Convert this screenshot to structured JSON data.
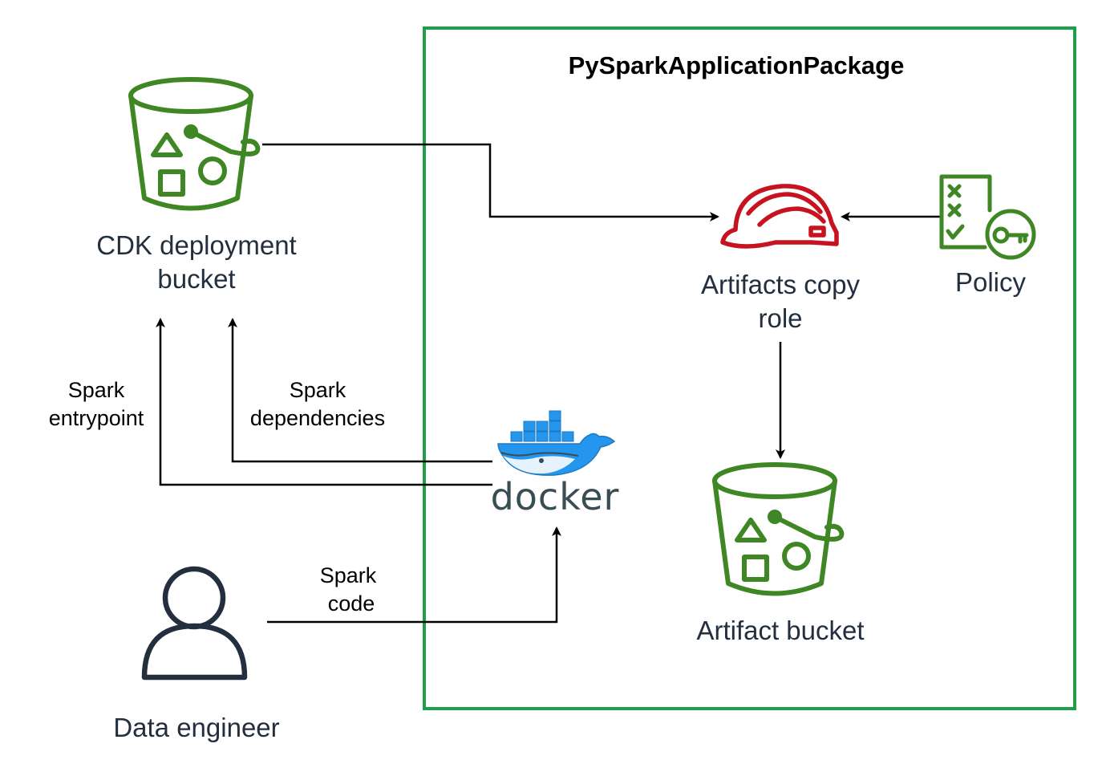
{
  "colors": {
    "container_border": "#1e9e49",
    "bucket_green": "#3f8624",
    "role_red": "#c7131f",
    "policy_green": "#3f8624",
    "user_navy": "#232f3e",
    "docker_blue": "#2496ed",
    "docker_dark": "#394d54",
    "arrow": "#000000"
  },
  "container": {
    "title": "PySparkApplicationPackage"
  },
  "nodes": {
    "cdk_bucket": {
      "label_line1": "CDK deployment",
      "label_line2": "bucket",
      "icon": "s3-bucket-icon"
    },
    "artifacts_role": {
      "label_line1": "Artifacts copy",
      "label_line2": "role",
      "icon": "iam-role-hardhat-icon"
    },
    "policy": {
      "label": "Policy",
      "icon": "iam-policy-icon"
    },
    "artifact_bucket": {
      "label": "Artifact bucket",
      "icon": "s3-bucket-icon"
    },
    "docker": {
      "label": "docker",
      "icon": "docker-whale-icon"
    },
    "data_engineer": {
      "label": "Data engineer",
      "icon": "user-icon"
    }
  },
  "edges": {
    "spark_entrypoint": {
      "line1": "Spark",
      "line2": "entrypoint"
    },
    "spark_dependencies": {
      "line1": "Spark",
      "line2": "dependencies"
    },
    "spark_code": {
      "line1": "Spark",
      "line2": "code"
    }
  }
}
